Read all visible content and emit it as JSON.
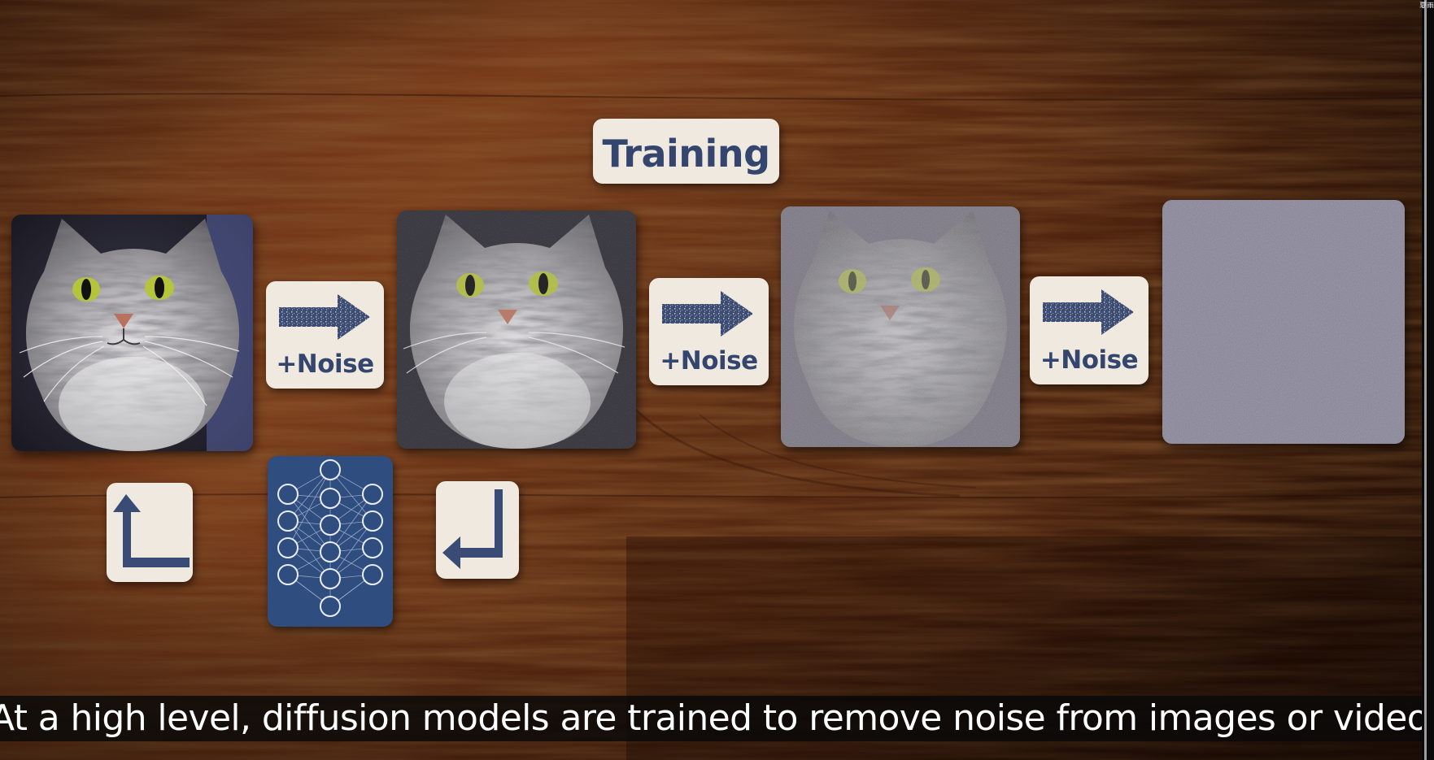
{
  "scene": {
    "top_label": "Training",
    "noise_label": "+Noise",
    "caption": "At a high level, diffusion models are trained to remove noise from images or videos.",
    "corner_text": "夏雨"
  },
  "colors": {
    "wood_dark": "#3b1c0c",
    "wood_mid": "#6a3418",
    "card": "#efe9df",
    "ink": "#34466e",
    "nn_card": "#2f4d7e"
  },
  "icons": [
    "arrow-right-icon",
    "return-up-icon",
    "return-down-left-icon",
    "neural-network-icon",
    "cat-photo"
  ]
}
